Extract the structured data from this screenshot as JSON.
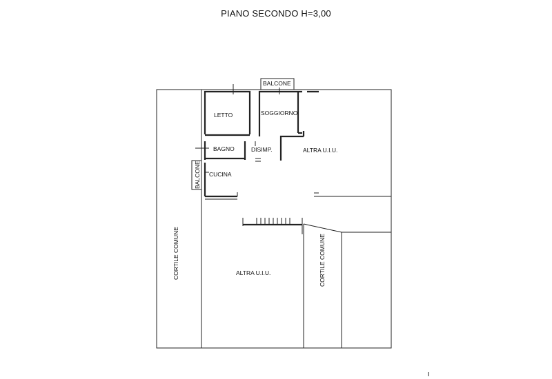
{
  "title": "PIANO SECONDO H=3,00",
  "rooms": {
    "letto": "LETTO",
    "soggiorno": "SOGGIORNO",
    "bagno": "BAGNO",
    "disimpegno": "DISIMP.",
    "cucina": "CUCINA",
    "balcone_top": "BALCONE",
    "balcone_side": "BALCONE"
  },
  "areas": {
    "altra_uiu_upper": "ALTRA U.I.U.",
    "altra_uiu_lower": "ALTRA U.I.U.",
    "cortile_left": "CORTILE COMUNE",
    "cortile_right": "CORTILE COMUNE"
  }
}
